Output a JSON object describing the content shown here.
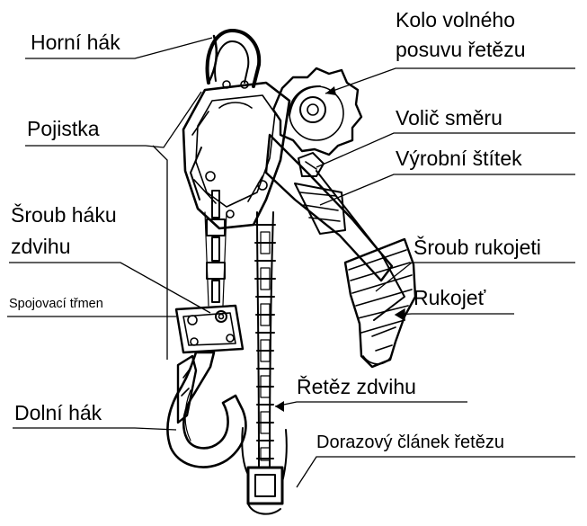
{
  "labels": {
    "horni_hak": "Horní hák",
    "kolo_volneho_posuvu": "Kolo volného\nposuvu řetězu",
    "pojistka": "Pojistka",
    "volic_smeru": "Volič směru",
    "vyrobni_stitek": "Výrobní štítek",
    "sroub_haku_zdvihu": "Šroub háku\nzdvihu",
    "sroub_rukojeti": "Šroub rukojeti",
    "spojovaci_trmen": "Spojovací třmen",
    "rukojet": "Rukojeť",
    "retez_zdvihu": "Řetěz zdvihu",
    "dolni_hak": "Dolní hák",
    "dorazovy_clanek": "Dorazový článek řetězu"
  },
  "colors": {
    "ink": "#000000",
    "background": "#ffffff"
  }
}
